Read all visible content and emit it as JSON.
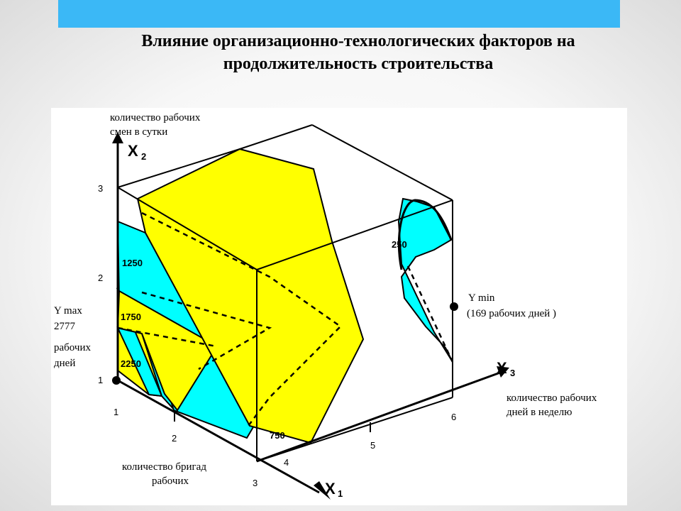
{
  "slide": {
    "title_line1": "Влияние организационно-технологических факторов на",
    "title_line2": "продолжительность строительства",
    "accent_color": "#3bb8f6"
  },
  "diagram": {
    "axis_x2": {
      "letter": "X",
      "sub": "2",
      "label_line1": "количество рабочих",
      "label_line2": "смен в сутки",
      "ticks": [
        "1",
        "2",
        "3"
      ]
    },
    "axis_x1": {
      "letter": "X",
      "sub": "1",
      "label_line1": "количество бригад",
      "label_line2": "рабочих",
      "ticks": [
        "1",
        "2",
        "3"
      ]
    },
    "axis_x3": {
      "letter": "X",
      "sub": "3",
      "label_line1": "количество рабочих",
      "label_line2": "дней в неделю",
      "ticks": [
        "4",
        "5",
        "6"
      ]
    },
    "y_max": {
      "line1": "Y max",
      "line2": "2777",
      "line3": "рабочих",
      "line4": "дней"
    },
    "y_min": {
      "line1": "Y min",
      "line2": "(169 рабочих дней )"
    },
    "isolines": [
      "2250",
      "1750",
      "1250",
      "750",
      "250"
    ],
    "colors": {
      "yellow": "#ffff00",
      "cyan": "#00ffff"
    }
  }
}
